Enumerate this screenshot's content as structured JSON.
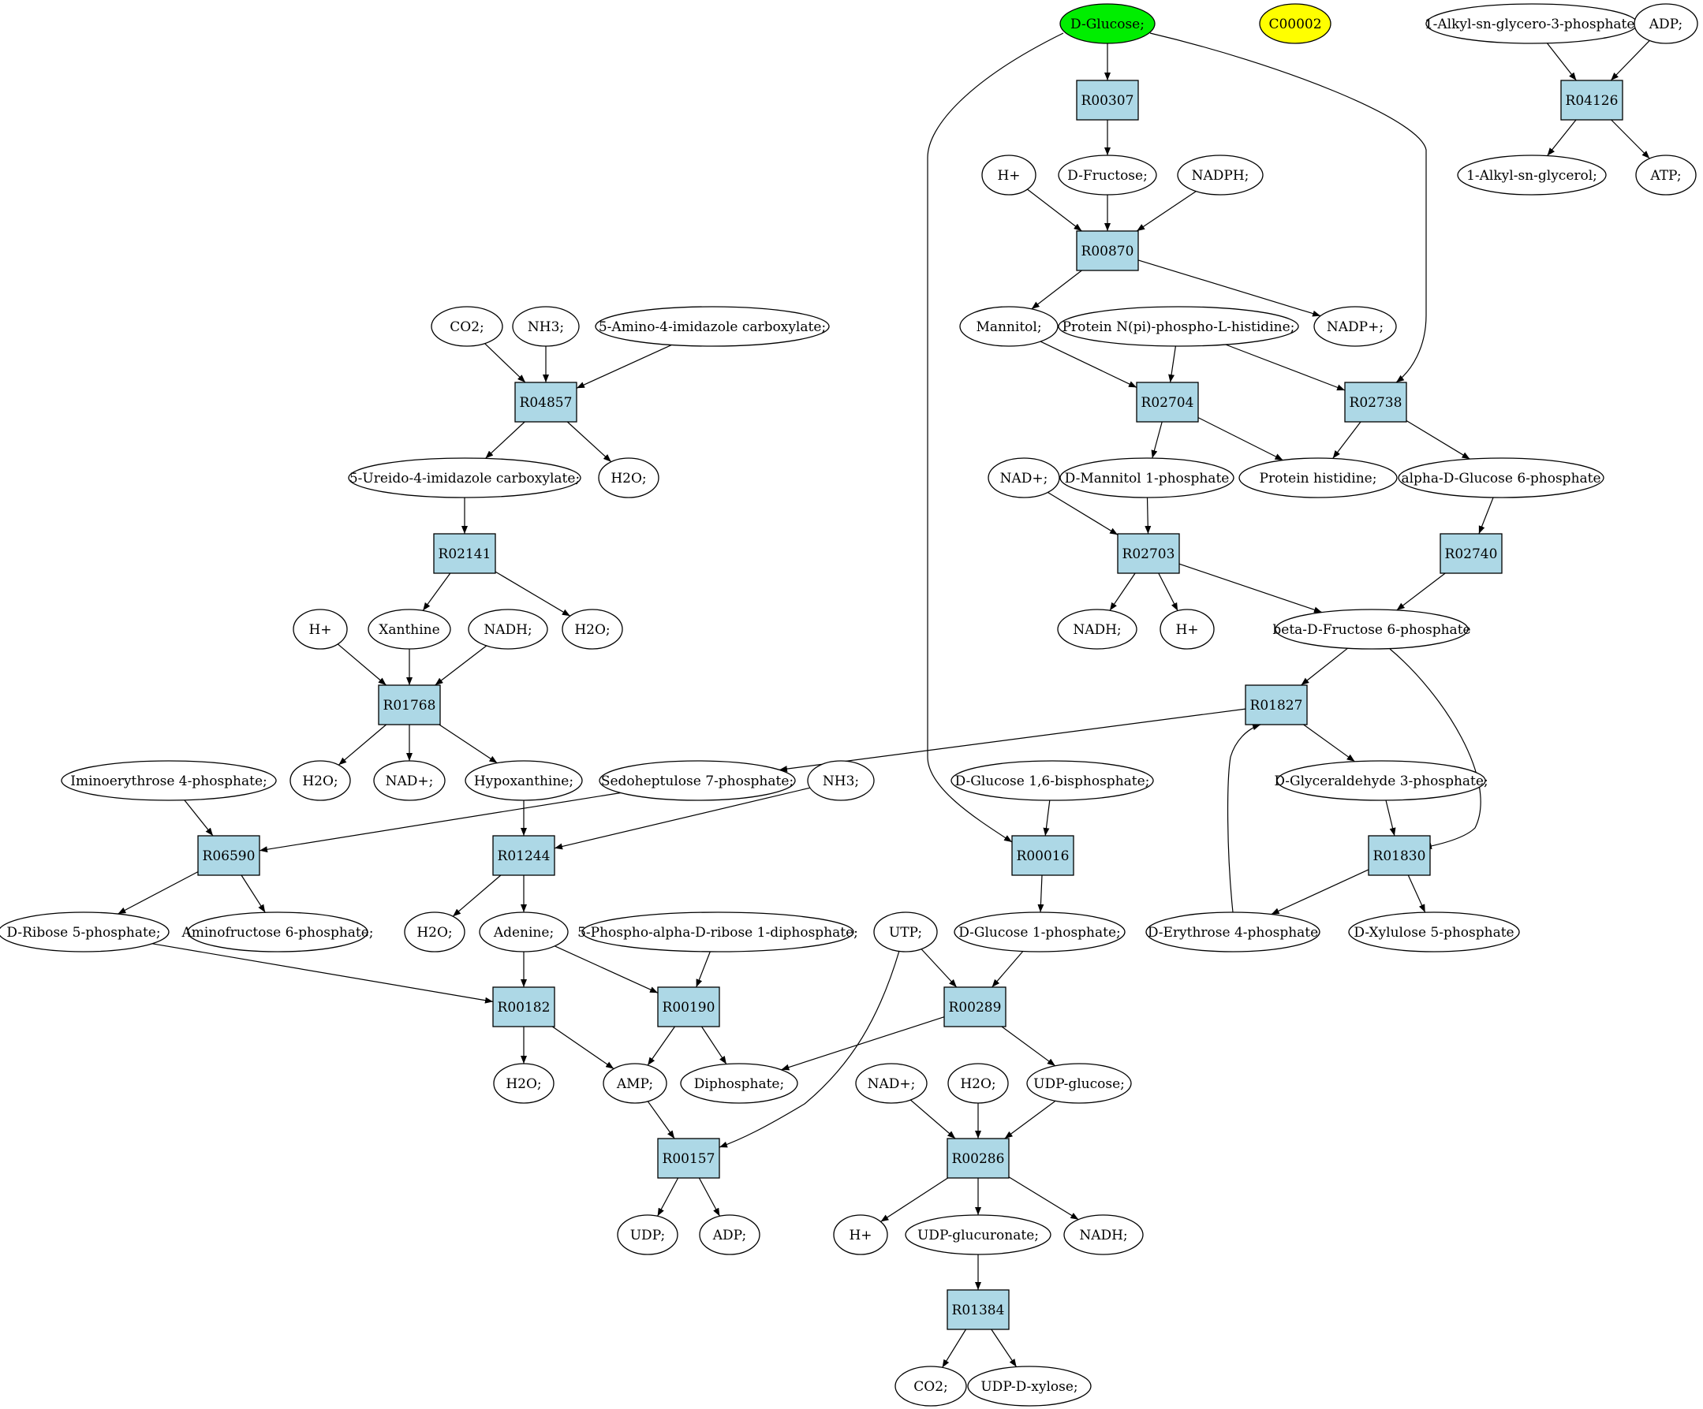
{
  "colors": {
    "reaction_fill": "#add8e6",
    "compound_fill": "#ffffff",
    "highlight_green": "#00ee00",
    "highlight_yellow": "#ffff00",
    "stroke": "#000000"
  },
  "reactions": {
    "R00307": "R00307",
    "R00870": "R00870",
    "R02704": "R02704",
    "R02738": "R02738",
    "R02703": "R02703",
    "R02740": "R02740",
    "R01827": "R01827",
    "R01830": "R01830",
    "R04126": "R04126",
    "R04857": "R04857",
    "R02141": "R02141",
    "R01768": "R01768",
    "R06590": "R06590",
    "R01244": "R01244",
    "R00016": "R00016",
    "R00182": "R00182",
    "R00190": "R00190",
    "R00289": "R00289",
    "R00157": "R00157",
    "R00286": "R00286",
    "R01384": "R01384"
  },
  "compounds": {
    "glucose": "D-Glucose;",
    "c00002": "C00002",
    "alkylglycerophosphate": "1-Alkyl-sn-glycero-3-phosphate;",
    "adp_top": "ADP;",
    "alkylglycerol": "1-Alkyl-sn-glycerol;",
    "atp": "ATP;",
    "h_870": "H+",
    "fructose": "D-Fructose;",
    "nadph": "NADPH;",
    "mannitol": "Mannitol;",
    "protein_nphospho": "Protein N(pi)-phospho-L-histidine;",
    "nadp": "NADP+;",
    "mannitol1p": "D-Mannitol 1-phosphate",
    "protein_his": "Protein histidine;",
    "aglucose6p": "alpha-D-Glucose 6-phosphate",
    "nad_2703": "NAD+;",
    "nadh_2703": "NADH;",
    "h_2703": "H+",
    "bfructose6p": "beta-D-Fructose 6-phosphate",
    "glyceraldehyde3p": "D-Glyceraldehyde 3-phosphate;",
    "erythrose4p": "D-Erythrose 4-phosphate",
    "xylulose5p": "D-Xylulose 5-phosphate",
    "co2_4857": "CO2;",
    "nh3_4857": "NH3;",
    "aminoimidazole": "5-Amino-4-imidazole carboxylate;",
    "ureidoimidazole": "5-Ureido-4-imidazole carboxylate;",
    "h2o_4857": "H2O;",
    "h_1768": "H+",
    "xanthine": "Xanthine",
    "nadh_1768": "NADH;",
    "h2o_2141": "H2O;",
    "h2o_1768": "H2O;",
    "nad_1768": "NAD+;",
    "hypoxanthine": "Hypoxanthine;",
    "iminoerythrose": "Iminoerythrose 4-phosphate;",
    "sedoheptulose7p": "Sedoheptulose 7-phosphate;",
    "nh3_1244": "NH3;",
    "glucose16bp": "D-Glucose 1,6-bisphosphate;",
    "ribose5p": "D-Ribose 5-phosphate;",
    "aminofructose6p": "Aminofructose 6-phosphate;",
    "h2o_1244": "H2O;",
    "adenine": "Adenine;",
    "prpp": "5-Phospho-alpha-D-ribose 1-diphosphate;",
    "utp": "UTP;",
    "glucose1p": "D-Glucose 1-phosphate;",
    "h2o_182": "H2O;",
    "amp": "AMP;",
    "diphosphate": "Diphosphate;",
    "nad_286": "NAD+;",
    "h2o_286": "H2O;",
    "udpglucose": "UDP-glucose;",
    "udp": "UDP;",
    "adp_157": "ADP;",
    "h_286": "H+",
    "udpglucuronate": "UDP-glucuronate;",
    "nadh_286": "NADH;",
    "co2_1384": "CO2;",
    "udpxylose": "UDP-D-xylose;"
  }
}
